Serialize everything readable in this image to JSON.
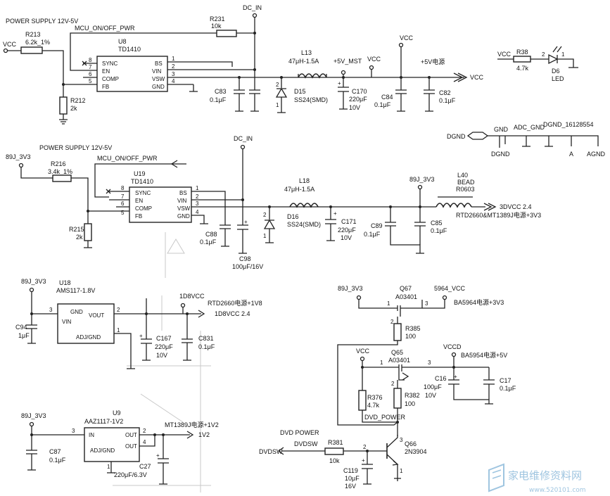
{
  "sections": {
    "supply1": "POWER SUPPLY 12V-5V",
    "supply2": "POWER SUPPLY 12V-5V"
  },
  "nets": {
    "vcc": "VCC",
    "dc_in": "DC_IN",
    "mcu_on_off": "MCU_ON/OFF_PWR",
    "p5v_mst": "+5V_MST",
    "p5v_power": "+5V电源",
    "v89j_3v3": "89J_3V3",
    "dv3dvcc": "3DVCC 2.4",
    "rtd_mt_3v3": "RTD2660&MT1389J电源+3V3",
    "v1d8vcc": "1D8VCC",
    "rtd_1v8": "RTD2660电源+1V8",
    "v1d8vcc_24": "1D8VCC 2.4",
    "mt_1v2": "MT1389J电源+1V2",
    "v1v2": "1V2",
    "v5964_vcc": "5964_VCC",
    "ba_3v3": "BA5964电源+3V3",
    "vccd": "VCCD",
    "ba_5v": "BA5954电源+5V",
    "dvd_power": "DVD_POWER",
    "dvd_power_title": "DVD POWER",
    "dvdsw": "DVDSW",
    "dgnd": "DGND",
    "gnd": "GND",
    "adc_gnd": "ADC_GND",
    "dgnd_16": "DGND_16128554",
    "a": "A",
    "agnd": "AGND"
  },
  "components": {
    "r213_ref": "R213",
    "r213_val": "6.2k_1%",
    "r231_ref": "R231",
    "r231_val": "10k",
    "u8_ref": "U8",
    "u8_val": "TD1410",
    "r212_ref": "R212",
    "r212_val": "2k",
    "c83_ref": "C83",
    "c83_val": "0.1μF",
    "l13_ref": "L13",
    "l13_val": "47μH-1.5A",
    "d15_ref": "D15",
    "d15_val": "SS24(SMD)",
    "c170_ref": "C170",
    "c170_val": "220μF",
    "c170_v": "10V",
    "c84_ref": "C84",
    "c84_val": "0.1μF",
    "c82_ref": "C82",
    "c82_val": "0.1μF",
    "r38_ref": "R38",
    "r38_val": "4.7k",
    "d6_ref": "D6",
    "d6_val": "LED",
    "r216_ref": "R216",
    "r216_val": "3.4k_1%",
    "u19_ref": "U19",
    "u19_val": "TD1410",
    "r215_ref": "R215",
    "r215_val": "2k",
    "c88_ref": "C88",
    "c88_val": "0.1μF",
    "c98_ref": "C98",
    "c98_val": "100μF/16V",
    "l18_ref": "L18",
    "l18_val": "47μH-1.5A",
    "d16_ref": "D16",
    "d16_val": "SS24(SMD)",
    "c171_ref": "C171",
    "c171_val": "220μF",
    "c171_v": "10V",
    "c89_ref": "C89",
    "c89_val": "0.1μF",
    "c85_ref": "C85",
    "c85_val": "0.1μF",
    "l40_ref": "L40",
    "l40_val": "BEAD",
    "l40_pkg": "R0603",
    "u18_ref": "U18",
    "u18_val": "AMS117-1.8V",
    "c94_ref": "C94",
    "c94_val": "1μF",
    "c167_ref": "C167",
    "c167_val": "220μF",
    "c167_v": "10V",
    "c831_ref": "C831",
    "c831_val": "0.1μF",
    "u9_ref": "U9",
    "u9_val": "AAZ1117-1V2",
    "c87_ref": "C87",
    "c87_val": "0.1μF",
    "c27_ref": "C27",
    "c27_val": "220μF/6.3V",
    "q67_ref": "Q67",
    "q67_val": "A03401",
    "r385_ref": "R385",
    "r385_val": "100",
    "q65_ref": "Q65",
    "q65_val": "A03401",
    "c16_ref": "C16",
    "c16_val": "100μF",
    "c16_v": "10V",
    "c17_ref": "C17",
    "c17_val": "0.1μF",
    "r376_ref": "R376",
    "r376_val": "4.7k",
    "r382_ref": "R382",
    "r382_val": "100",
    "r381_ref": "R381",
    "r381_val": "10k",
    "q66_ref": "Q66",
    "q66_val": "2N3904",
    "c119_ref": "C119",
    "c119_val": "10μF",
    "c119_v": "16V"
  },
  "ic_pins": {
    "sync": "SYNC",
    "en": "EN",
    "comp": "COMP",
    "fb": "FB",
    "bs": "BS",
    "vin": "VIN",
    "vsw": "VSW",
    "gnd": "GND",
    "vin_ldo": "VIN",
    "vout": "VOUT",
    "adj_gnd": "ADJ/GND",
    "gnd_ldo": "GND",
    "in": "IN",
    "out": "OUT"
  },
  "watermark": {
    "text": "家电维修资料网",
    "url": "www.520101.com"
  }
}
